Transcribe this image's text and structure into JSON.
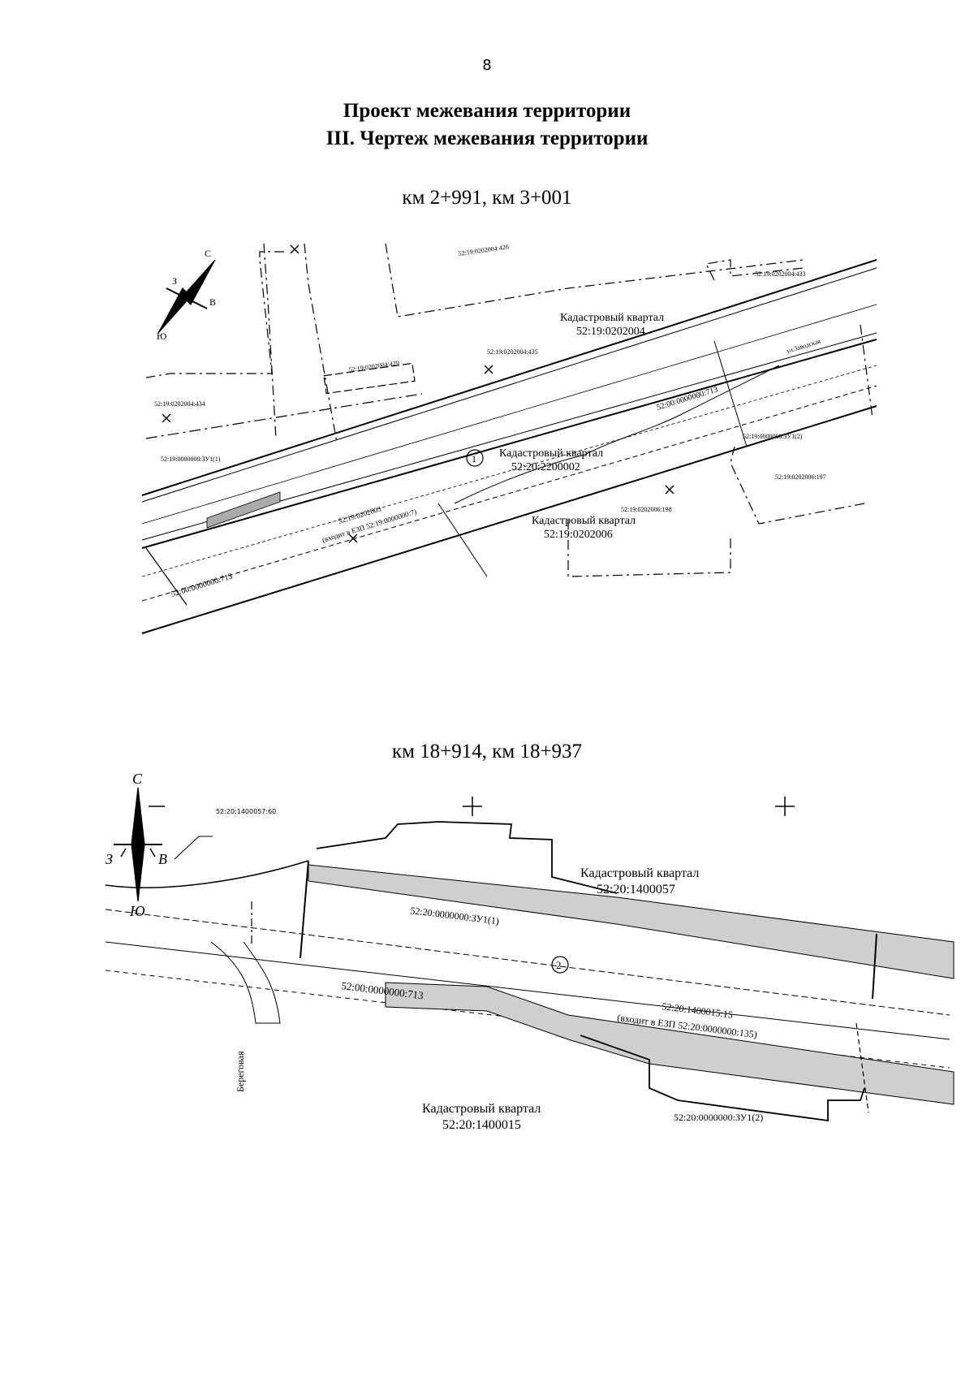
{
  "page": {
    "number": "8",
    "title_line1": "Проект межевания территории",
    "title_line2": "III. Чертеж межевания территории"
  },
  "sections": [
    {
      "label": "км 2+991, км 3+001",
      "compass": {
        "n": "С",
        "s": "Ю",
        "w": "З",
        "e": "В"
      },
      "texts": {
        "q1_title": "Кадастровый квартал",
        "q1_num": "52:19:0202004",
        "q2_title": "Кадастровый квартал",
        "q2_num": "52:20:2200002",
        "q3_title": "Кадастровый квартал",
        "q3_num": "52:19:0202006",
        "parcel_433": "52:19:0202004:433",
        "parcel_429": "52:19:0202004:429",
        "parcel_435": "52:19:0202004:435",
        "parcel_434": "52:19:0202004:434",
        "parcel_426": "52:19:0202004:426",
        "parcel_197": "52:19:0202006:197",
        "parcel_198": "52:19:0202006:198",
        "road_713_a": "52:00:0000000:713",
        "road_713_b": "52:00:0000000:713",
        "zu_left": "52:19:0000000:ЗУ1(1)",
        "zu_right": "52:19:0000000:ЗУ1(2)",
        "ezp_code": "52:19:0202003",
        "ezp_note": "(входит в ЕЗП 52:19:0000000:7)",
        "zone": "1",
        "street": "ул.Заводская"
      }
    },
    {
      "label": "км 18+914, км 18+937",
      "compass": {
        "n": "С",
        "s": "Ю",
        "w": "З",
        "e": "В"
      },
      "texts": {
        "q1_title": "Кадастровый квартал",
        "q1_num": "52:20:1400057",
        "q2_title": "Кадастровый квартал",
        "q2_num": "52:20:1400015",
        "callout": "52:20:1400057:60",
        "zu_1": "52:20:0000000:ЗУ1(1)",
        "zu_2": "52:20:0000000:ЗУ1(2)",
        "road_713": "52:00:0000000:713",
        "parcel_15": "52:20:1400015:15",
        "ezp_note": "(входит в ЕЗП 52:20:0000000:135)",
        "zone": "2",
        "street": "Береговая"
      }
    }
  ]
}
